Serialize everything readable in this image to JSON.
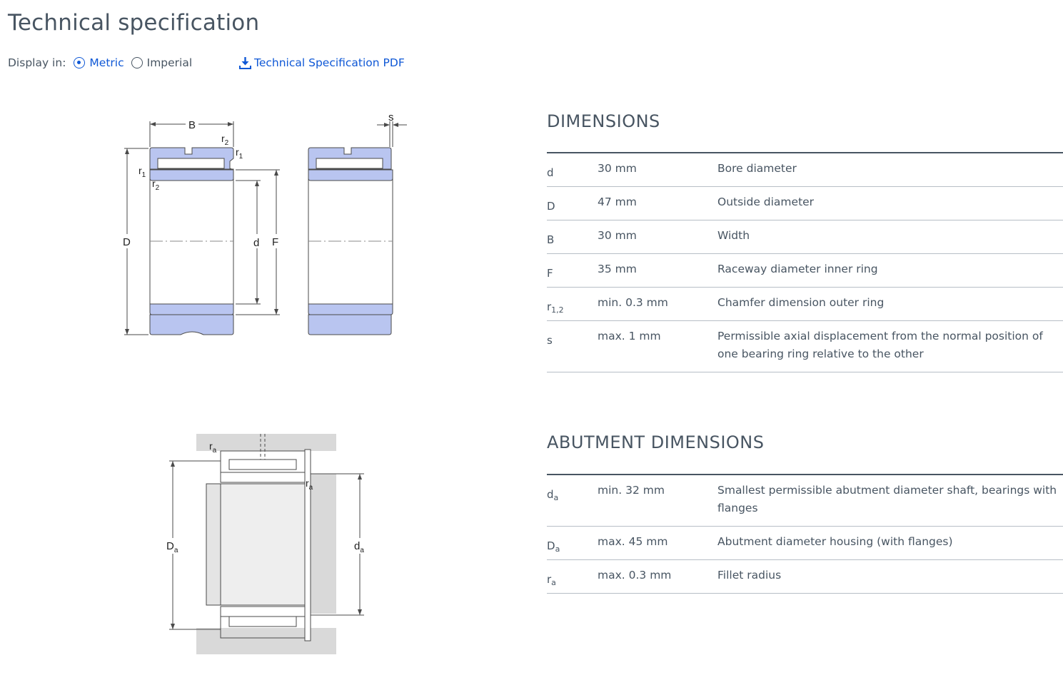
{
  "page": {
    "title": "Technical specification"
  },
  "display": {
    "label": "Display in:",
    "options": [
      {
        "label": "Metric",
        "selected": true
      },
      {
        "label": "Imperial",
        "selected": false
      }
    ],
    "pdf_link": "Technical Specification PDF"
  },
  "colors": {
    "accent": "#0f58d6",
    "text": "#485562",
    "ring_fill": "#b9c5f0",
    "housing": "#d9d9d9"
  },
  "diagram_labels": {
    "B": "B",
    "D": "D",
    "d": "d",
    "F": "F",
    "s": "s",
    "r": "r",
    "r1_sub": "1",
    "r2_sub": "2",
    "a_sub": "a",
    "Da": "D",
    "da": "d"
  },
  "dimensions": {
    "title": "DIMENSIONS",
    "rows": [
      {
        "symbol": "d",
        "sub": "",
        "value": "30 mm",
        "desc": "Bore diameter"
      },
      {
        "symbol": "D",
        "sub": "",
        "value": "47 mm",
        "desc": "Outside diameter"
      },
      {
        "symbol": "B",
        "sub": "",
        "value": "30 mm",
        "desc": "Width"
      },
      {
        "symbol": "F",
        "sub": "",
        "value": "35 mm",
        "desc": "Raceway diameter inner ring"
      },
      {
        "symbol": "r",
        "sub": "1,2",
        "value": "min. 0.3 mm",
        "desc": "Chamfer dimension outer ring"
      },
      {
        "symbol": "s",
        "sub": "",
        "value": "max. 1 mm",
        "desc": "Permissible axial displacement from the normal position of one bearing ring relative to the other"
      }
    ]
  },
  "abutment": {
    "title": "ABUTMENT DIMENSIONS",
    "rows": [
      {
        "symbol": "d",
        "sub": "a",
        "value": "min. 32 mm",
        "desc": "Smallest permissible abutment diameter shaft, bearings with flanges"
      },
      {
        "symbol": "D",
        "sub": "a",
        "value": "max. 45 mm",
        "desc": "Abutment diameter housing (with flanges)"
      },
      {
        "symbol": "r",
        "sub": "a",
        "value": "max. 0.3 mm",
        "desc": "Fillet radius"
      }
    ]
  }
}
